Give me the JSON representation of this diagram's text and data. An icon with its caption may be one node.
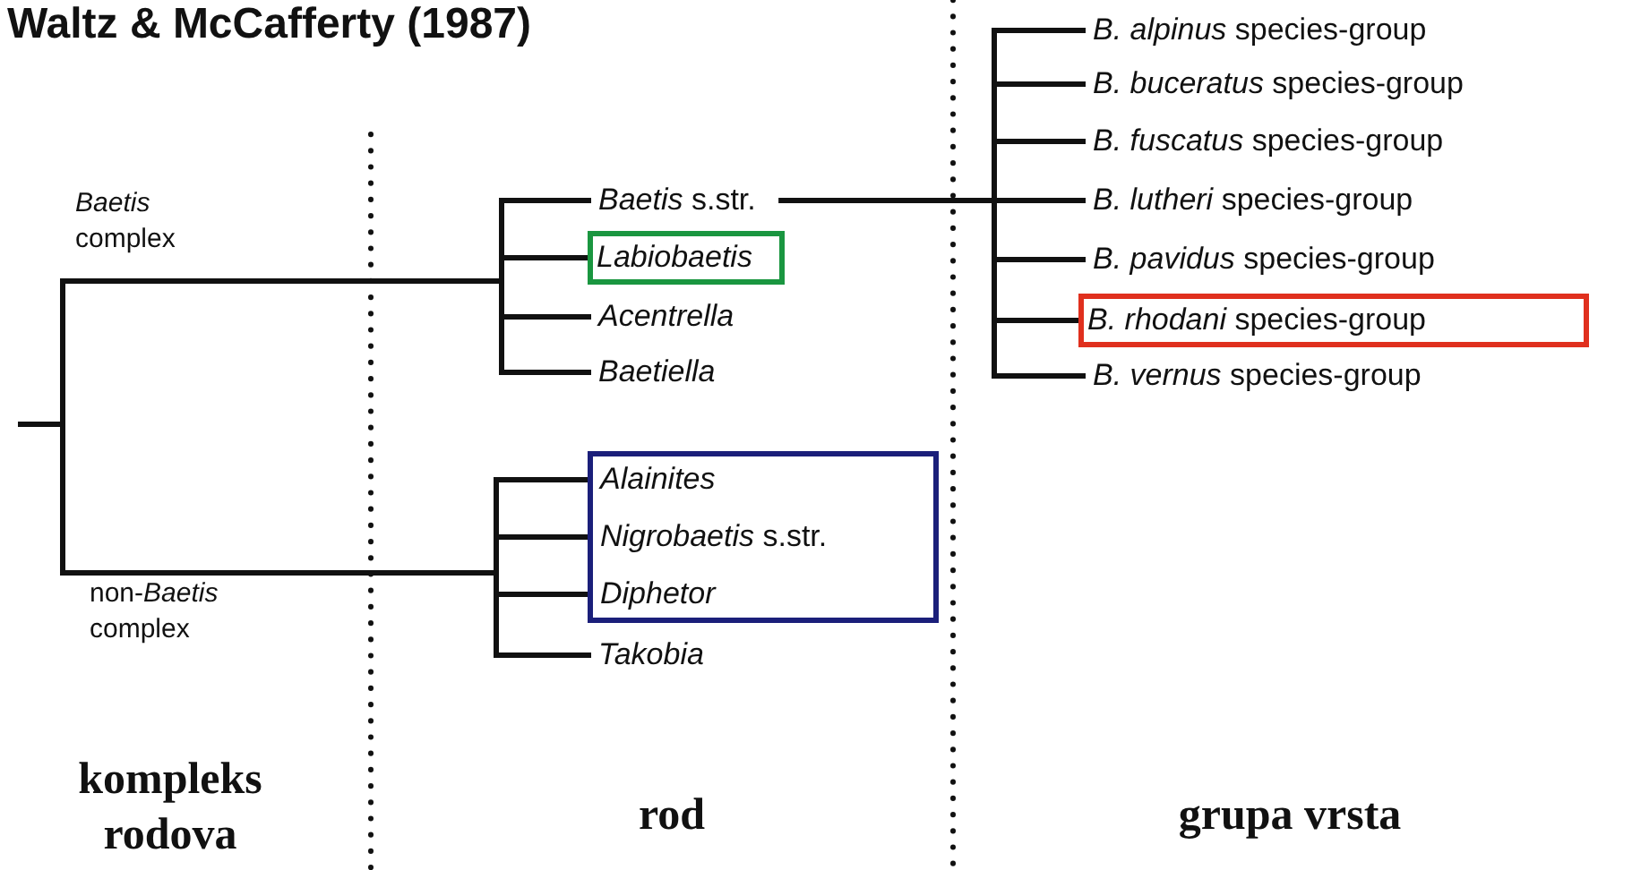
{
  "diagram": {
    "title": "Waltz & McCafferty (1987)",
    "nodes": [
      {
        "text": [
          "*Baetis* complex"
        ]
      },
      {
        "text": [
          "non-*Baetis* complex"
        ]
      },
      {
        "text": [
          "*Baetis* s.str."
        ]
      },
      {
        "text": [
          "Labiobaetis"
        ]
      },
      {
        "text": [
          "Acentrella"
        ]
      },
      {
        "text": [
          "Baetiella"
        ]
      },
      {
        "text": [],
        "shape": "box"
      },
      {
        "text": [
          "Alainites"
        ],
        "in": 6
      },
      {
        "text": [
          "*Nigrobaetis* s.str."
        ],
        "in": 6
      },
      {
        "text": [
          "Diphetor"
        ],
        "in": 6
      },
      {
        "text": [
          "Takobia"
        ]
      },
      {
        "text": [
          "*B. alpinus* species-group"
        ]
      },
      {
        "text": [
          "*B. buceratus* species-group"
        ]
      },
      {
        "text": [
          "*B. fuscatus* species-group"
        ]
      },
      {
        "text": [
          "*B. lutheri* species-group"
        ]
      },
      {
        "text": [
          "*B. pavidus* species-group"
        ]
      },
      {
        "text": [
          "*B. rhodani* species-group"
        ]
      },
      {
        "text": [
          "*B. vernus* species-group"
        ]
      }
    ],
    "edges": [
      {
        "from": null,
        "to": 0,
        "arrow": "none"
      },
      {
        "from": null,
        "to": 1,
        "arrow": "none"
      },
      {
        "from": 0,
        "to": 2,
        "arrow": "none"
      },
      {
        "from": 0,
        "to": 3,
        "arrow": "none"
      },
      {
        "from": 0,
        "to": 4,
        "arrow": "none"
      },
      {
        "from": 0,
        "to": 5,
        "arrow": "none"
      },
      {
        "from": 1,
        "to": 7,
        "arrow": "none"
      },
      {
        "from": 1,
        "to": 8,
        "arrow": "none"
      },
      {
        "from": 1,
        "to": 9,
        "arrow": "none"
      },
      {
        "from": 1,
        "to": 10,
        "arrow": "none"
      },
      {
        "from": 2,
        "to": 11,
        "arrow": "none"
      },
      {
        "from": 2,
        "to": 12,
        "arrow": "none"
      },
      {
        "from": 2,
        "to": 13,
        "arrow": "none"
      },
      {
        "from": 2,
        "to": 14,
        "arrow": "none"
      },
      {
        "from": 2,
        "to": 15,
        "arrow": "none"
      },
      {
        "from": 2,
        "to": 16,
        "arrow": "none"
      },
      {
        "from": 2,
        "to": 17,
        "arrow": "none"
      }
    ],
    "labels": [
      "kompleks rodova",
      "rod",
      "grupa vrsta"
    ]
  }
}
